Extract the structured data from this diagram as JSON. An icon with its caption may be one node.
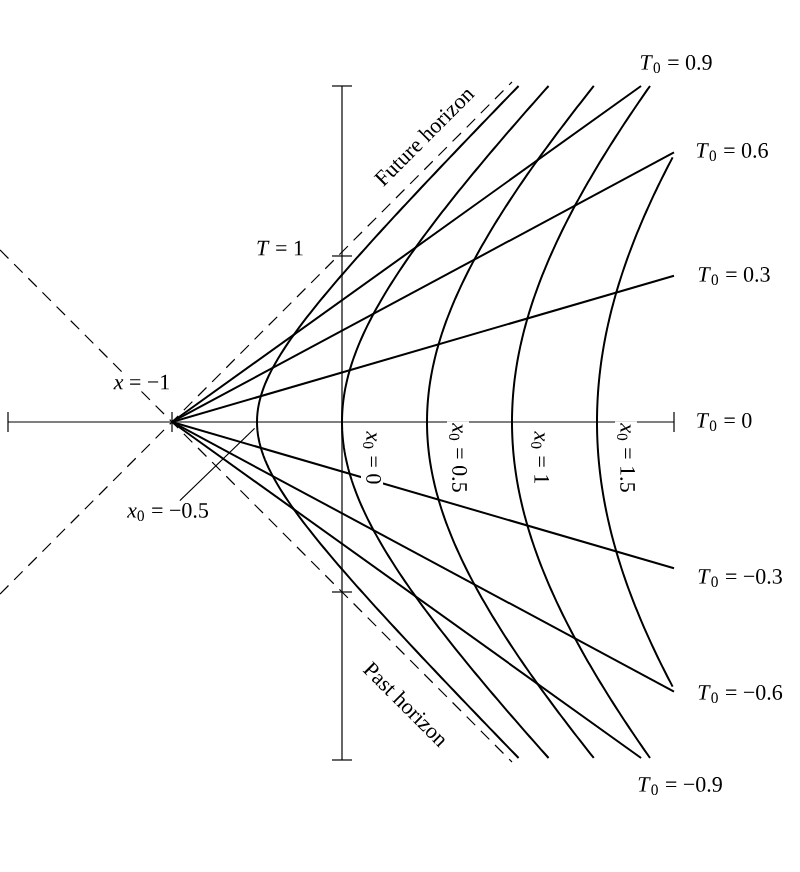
{
  "diagram": {
    "nodes": [
      {
        "text": [
          "*x*$_{0}$ = −0.5"
        ]
      },
      {
        "text": [],
        "shape": "curve"
      }
    ],
    "edges": [
      {
        "from": 0,
        "to": 1,
        "arrow": "none"
      }
    ],
    "labels": [
      "Future horizon",
      "*T* = 1",
      "*x* = −1",
      "*T*$_{0}$ = 0.9",
      "*T*$_{0}$ = 0.6",
      "*T*$_{0}$ = 0.3",
      "*T*$_{0}$ = 0",
      "*x*$_{0}$ = 0",
      "*x*$_{0}$ = 0.5",
      "*x*$_{0}$ = 1",
      "*x*$_{0}$ = 1.5",
      "*T*$_{0}$ = −0.3",
      "*T*$_{0}$ = −0.6",
      "Past horizon",
      "*T*$_{0}$ = −0.9"
    ]
  }
}
